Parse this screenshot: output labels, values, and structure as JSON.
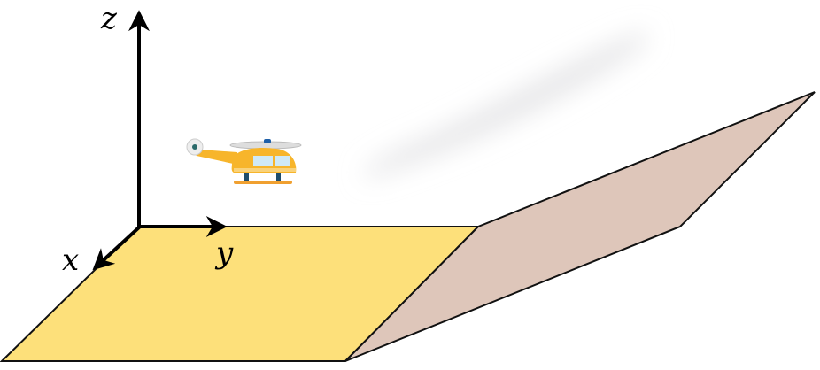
{
  "axes": {
    "x_label": "x",
    "y_label": "y",
    "z_label": "z"
  },
  "colors": {
    "ground": "#FDE07A",
    "slope": "#DEC6BA",
    "smoke": "#E6E6E8",
    "helicopter": "#F7B52B"
  },
  "icons": {
    "aircraft": "helicopter-icon"
  }
}
